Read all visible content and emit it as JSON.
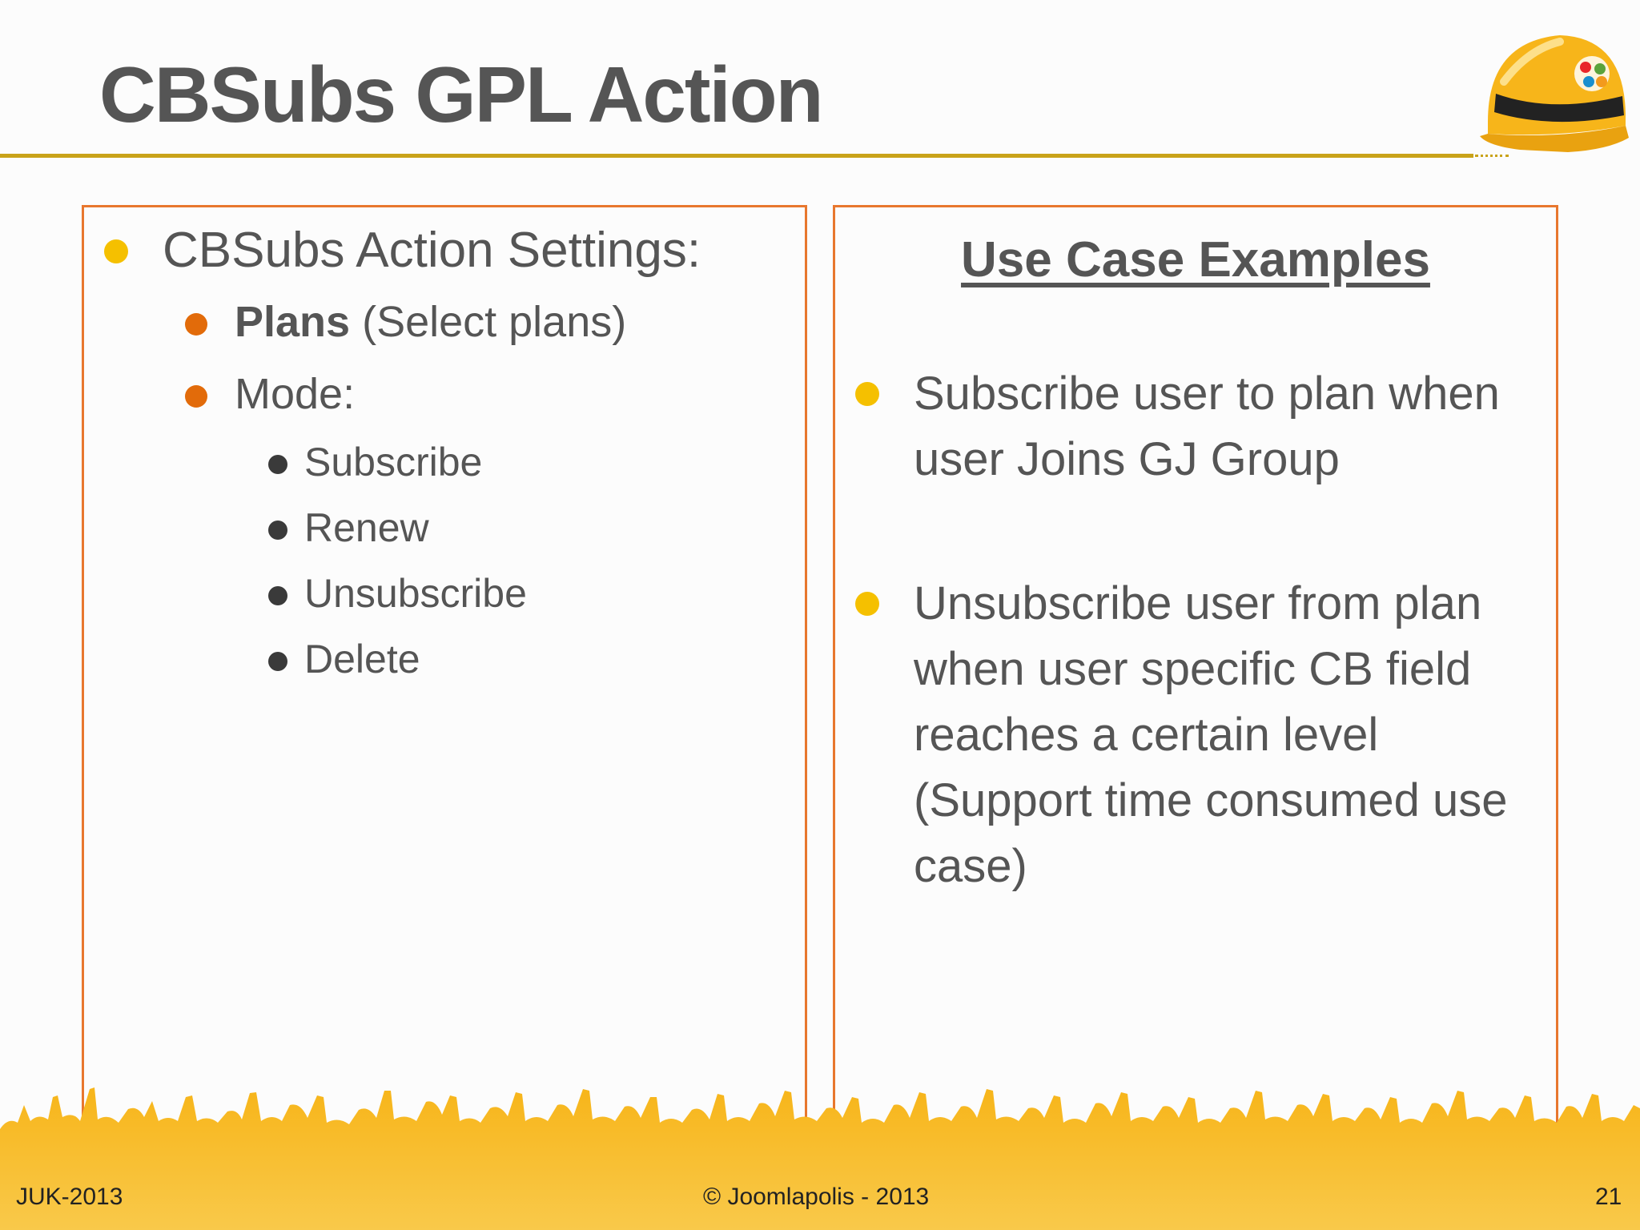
{
  "slide": {
    "title": "CBSubs GPL Action",
    "accent_color": "#c9a31a",
    "panel_border_color": "#e8772e"
  },
  "left_panel": {
    "heading": "CBSubs Action Settings:",
    "plans_bold": "Plans",
    "plans_rest": " (Select plans)",
    "mode_label": "Mode:",
    "modes": [
      "Subscribe",
      "Renew",
      "Unsubscribe",
      "Delete"
    ]
  },
  "right_panel": {
    "heading": "Use Case Examples",
    "examples": [
      "Subscribe user to plan when user Joins GJ Group",
      "Unsubscribe user from plan when user specific CB field reaches a certain level (Support time consumed use case)"
    ]
  },
  "footer": {
    "left": "JUK-2013",
    "center": "© Joomlapolis - 2013",
    "page_number": "21"
  },
  "icons": {
    "logo": "hard-hat-icon",
    "background_art": "cheering-crowd-silhouette"
  }
}
